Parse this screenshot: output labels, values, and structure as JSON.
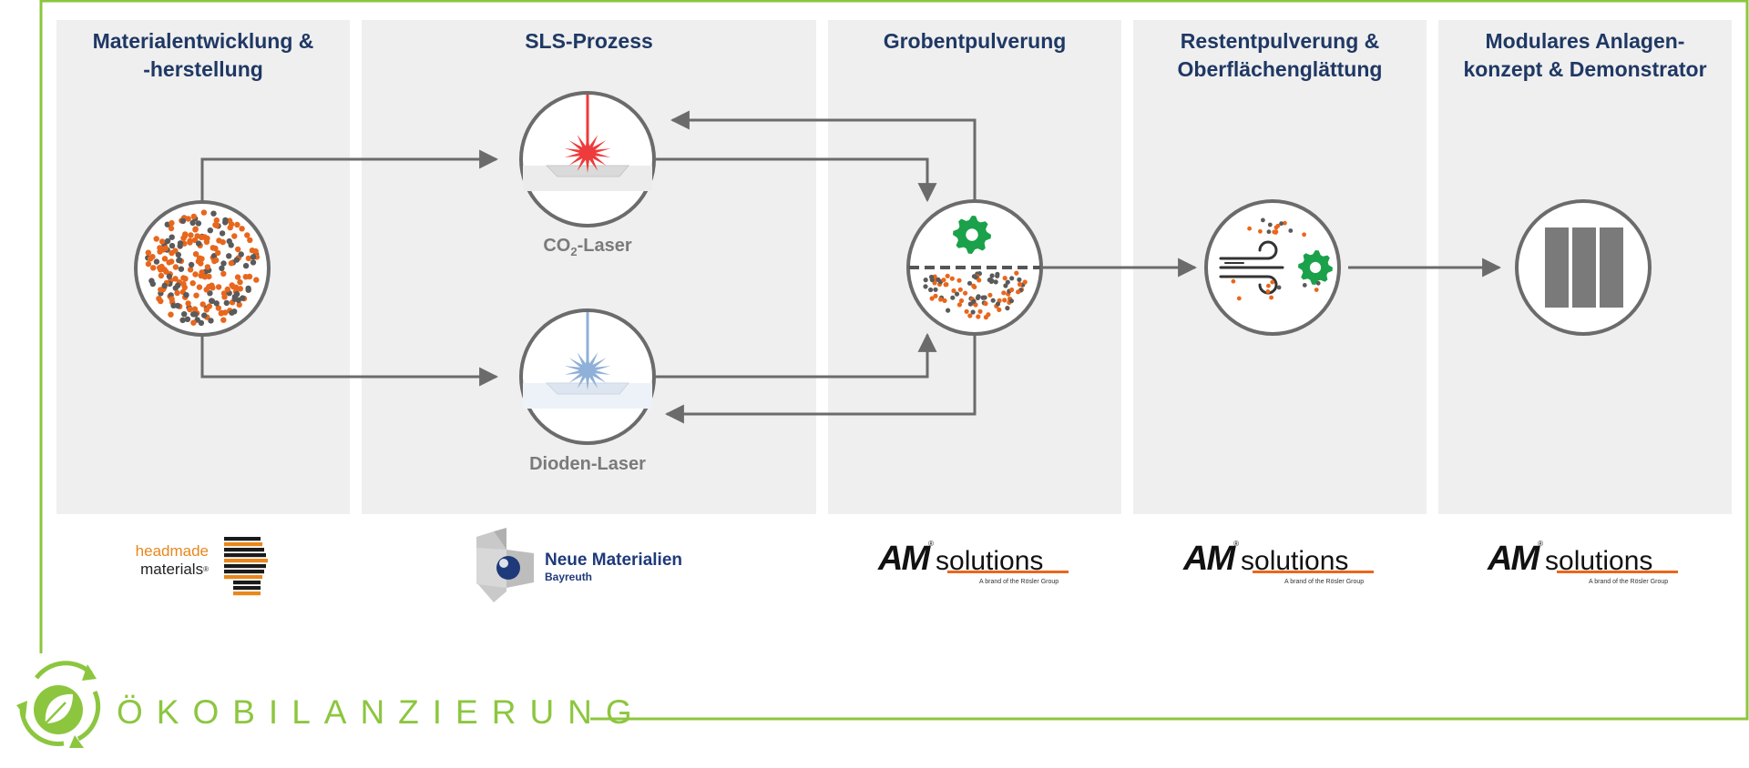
{
  "columns": [
    {
      "title": "Materialentwicklung &\n-herstellung"
    },
    {
      "title": "SLS-Prozess"
    },
    {
      "title": "Grobentpulverung"
    },
    {
      "title": "Restentpulverung &\nOberflächenglättung"
    },
    {
      "title": "Modulares Anlagen-\nkonzept & Demonstrator"
    }
  ],
  "nodes": {
    "co2_laser": {
      "label_main": "CO",
      "label_sub": "2",
      "label_rest": "-Laser"
    },
    "diode_laser": {
      "label": "Dioden-Laser"
    }
  },
  "logos": {
    "headmade": {
      "line1": "headmade",
      "line2": "materials",
      "reg": "®"
    },
    "nmb": {
      "line1": "Neue Materialien",
      "line2": "Bayreuth"
    },
    "am_solutions": {
      "mark": "AM",
      "reg": "®",
      "word": "solutions",
      "tagline": "A brand of the Rösler Group"
    }
  },
  "footer": {
    "title": "ÖKOBILANZIERUNG"
  },
  "colors": {
    "frame": "#8cc63f",
    "panel": "#efefef",
    "arrow": "#6b6b6b",
    "title": "#1f3864",
    "particle_orange": "#e8671c",
    "particle_gray": "#5a5a5a",
    "laser_red": "#ee3b3b",
    "laser_blue": "#8fb0d8",
    "gear_green": "#1aa14a",
    "orange_brand": "#e8671c"
  }
}
